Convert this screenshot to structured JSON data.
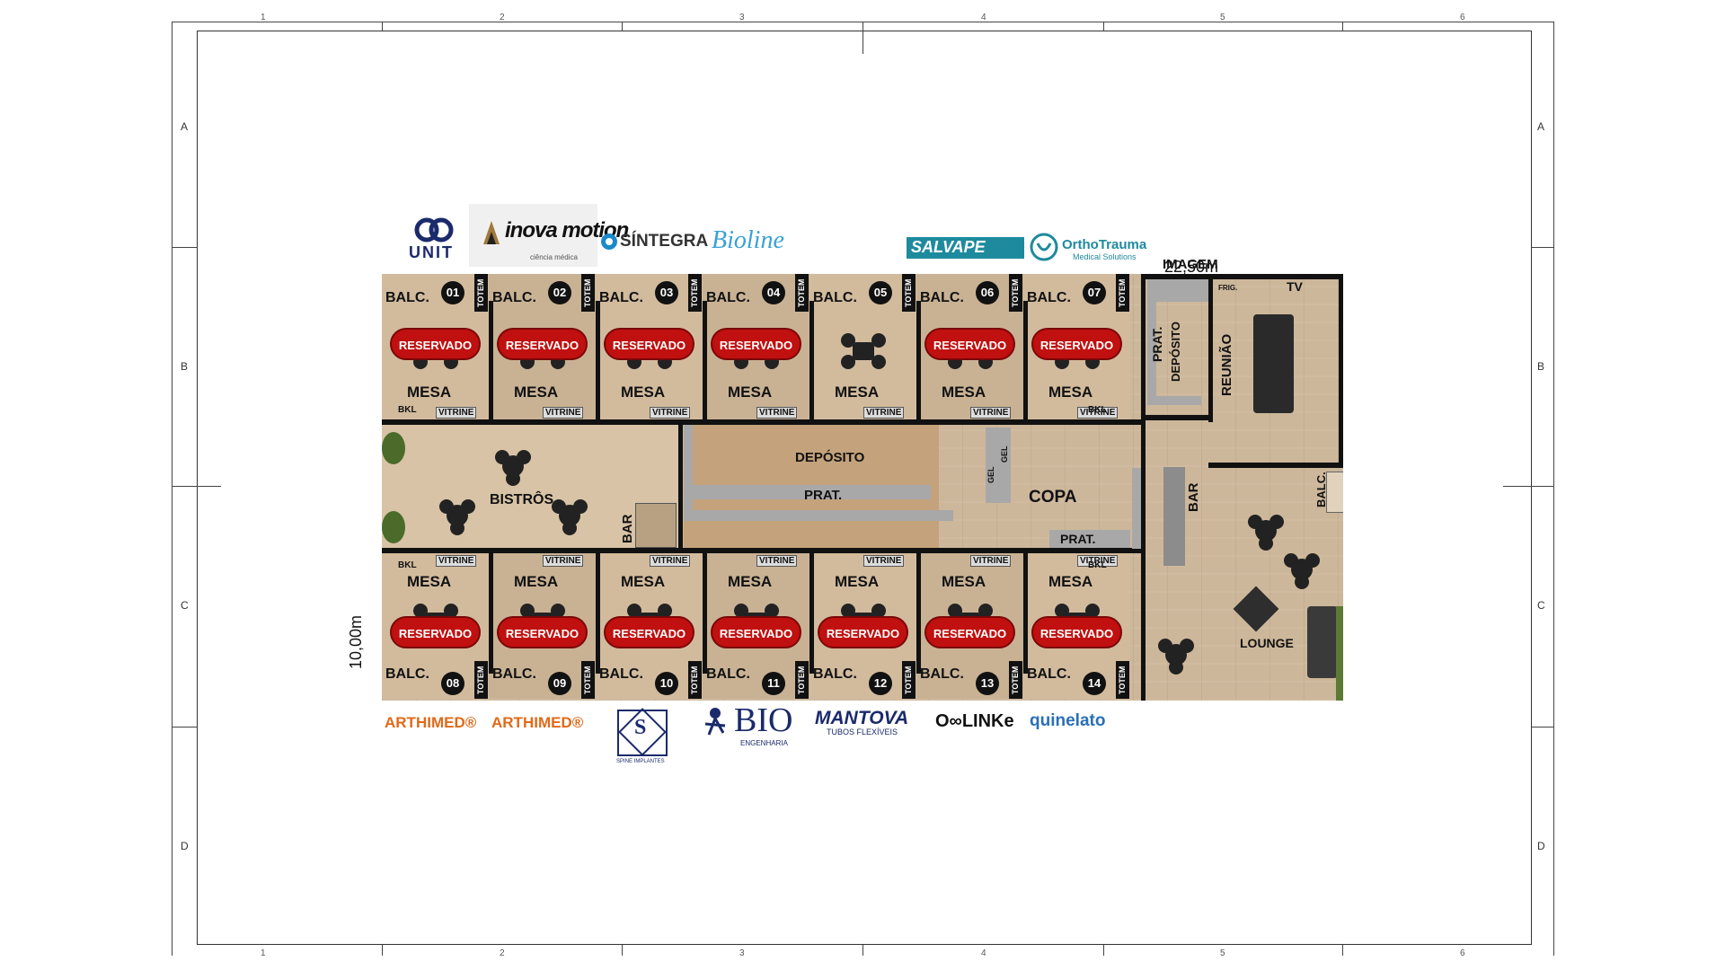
{
  "sheet": {
    "zones": [
      "A",
      "B",
      "C",
      "D"
    ],
    "top_cols": [
      "1",
      "2",
      "3",
      "4",
      "5",
      "6"
    ],
    "bottom_cols": [
      "1",
      "2",
      "3",
      "4",
      "5",
      "6"
    ]
  },
  "dimensions": {
    "width": "22,50m",
    "height": "10,00m"
  },
  "labels": {
    "balc": "BALC.",
    "mesa": "MESA",
    "vitrine": "VITRINE",
    "bkl": "BKL",
    "totem": "TOTEM",
    "reservado": "RESERVADO",
    "bistros": "BISTRÔS",
    "bar": "BAR",
    "deposito": "DEPÓSITO",
    "prat": "PRAT.",
    "copa": "COPA",
    "gel": "GEL",
    "imagem": "IMAGEM",
    "reuniao": "REUNIÃO",
    "tv": "TV",
    "frig": "FRIG.",
    "lounge": "LOUNGE"
  },
  "top_booths": [
    {
      "num": "01",
      "reserved": true
    },
    {
      "num": "02",
      "reserved": true
    },
    {
      "num": "03",
      "reserved": true
    },
    {
      "num": "04",
      "reserved": true
    },
    {
      "num": "05",
      "reserved": false
    },
    {
      "num": "06",
      "reserved": true
    },
    {
      "num": "07",
      "reserved": true
    }
  ],
  "bottom_booths": [
    {
      "num": "08",
      "reserved": true
    },
    {
      "num": "09",
      "reserved": true
    },
    {
      "num": "10",
      "reserved": true
    },
    {
      "num": "11",
      "reserved": true
    },
    {
      "num": "12",
      "reserved": true
    },
    {
      "num": "13",
      "reserved": true
    },
    {
      "num": "14",
      "reserved": true
    }
  ],
  "logos_top": {
    "unit": "UNIT",
    "inova": "inova motion",
    "inova_sub": "ciência médica",
    "sintegra": "SÍNTEGRA",
    "bioline": "Bioline",
    "salvape": "SALVAPE",
    "ortho": "OrthoTrauma",
    "ortho_sub": "Medical Solutions"
  },
  "logos_bottom": {
    "arthimed1": "ARTHIMED®",
    "arthimed2": "ARTHIMED®",
    "spine": "S",
    "spine_sub": "SPINE IMPLANTES",
    "bio": "BIO",
    "bio_sub": "ENGENHARIA",
    "mantova": "MANTOVA",
    "mantova_sub": "TUBOS FLEXÍVEIS",
    "olinke": "O∞LINKe",
    "quinelato": "quinelato"
  },
  "colors": {
    "reserved": "#c0100f",
    "wall": "#111111",
    "floor": "#cdb79a",
    "grey_counter": "#a8a8a8"
  }
}
